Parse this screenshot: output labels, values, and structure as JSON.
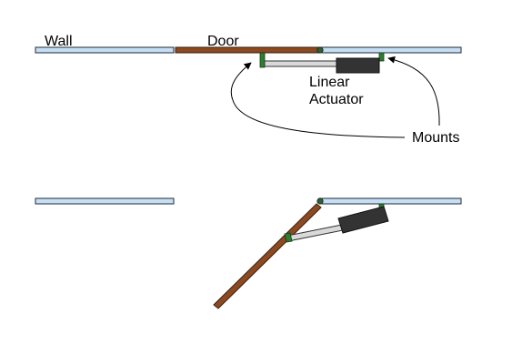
{
  "labels": {
    "wall": "Wall",
    "door": "Door",
    "actuator_line1": "Linear",
    "actuator_line2": "Actuator",
    "mounts": "Mounts"
  },
  "colors": {
    "wall_fill": "#c6dff5",
    "wall_stroke": "#1f2a33",
    "door_fill": "#8b4a21",
    "door_stroke": "#3a1e0c",
    "rod_fill": "#d9d9d9",
    "actuator_body": "#333333",
    "mount_fill": "#2e7d32",
    "hinge_fill": "#2f5e3a",
    "arrow_stroke": "#000000"
  },
  "icons": {
    "hinge": "hinge-icon",
    "mount": "mount-icon",
    "arrow": "pointer-arrow-icon"
  }
}
